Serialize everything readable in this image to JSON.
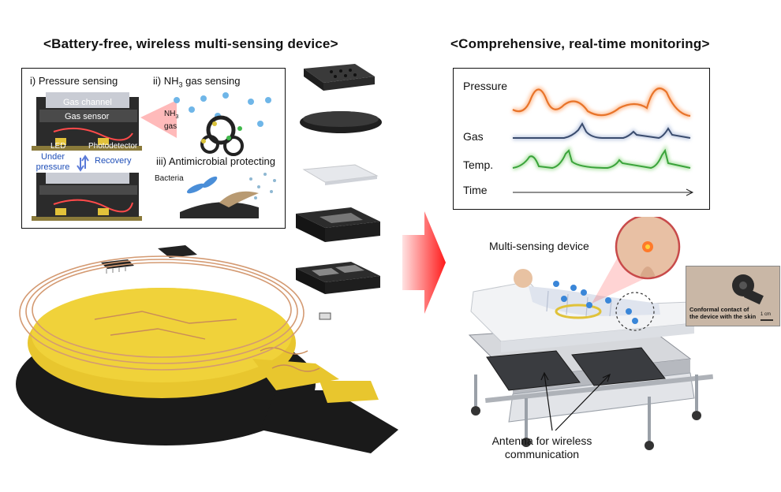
{
  "left_title": "<Battery-free, wireless multi-sensing device>",
  "right_title": "<Comprehensive, real-time monitoring>",
  "sensing": {
    "pressure_title": "i) Pressure sensing",
    "gas_title_prefix": "ii) NH",
    "gas_title_sub": "3",
    "gas_title_suffix": " gas sensing",
    "antimicrobial_title": "iii) Antimicrobial protecting",
    "gas_channel": "Gas channel",
    "gas_sensor": "Gas sensor",
    "led": "LED",
    "photodetector": "Photodetector",
    "under_pressure": "Under pressure",
    "recovery": "Recovery",
    "nh3_label_prefix": "NH",
    "nh3_label_sub": "3",
    "nh3_label_gas": "gas",
    "bacteria": "Bacteria"
  },
  "monitor": {
    "pressure": "Pressure",
    "gas": "Gas",
    "temp": "Temp.",
    "time": "Time",
    "colors": {
      "pressure": "#e8742a",
      "gas": "#3a4c6e",
      "temp": "#3aa33a"
    }
  },
  "scene": {
    "multi_sensing_device": "Multi-sensing device",
    "conformal_line1": "Conformal contact of",
    "conformal_line2": "the device with the skin",
    "scale_bar": "1 cm",
    "antenna_line1": "Antenna for wireless",
    "antenna_line2": "communication"
  }
}
